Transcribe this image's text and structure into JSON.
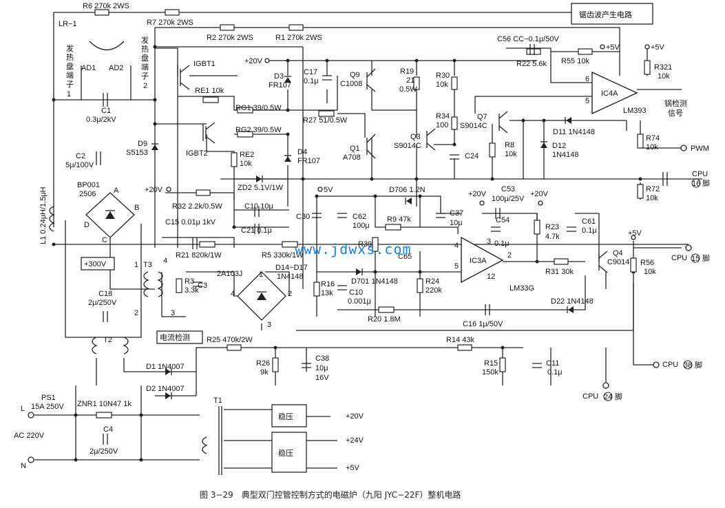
{
  "caption": "图 3−29　典型双门控管控制方式的电磁炉（九阳 JYC−22F）整机电路",
  "watermark": "www.jdwxs.com",
  "blocks": {
    "sawtooth": "锯齿波产生电路",
    "reg1": "稳压",
    "reg2": "稳压",
    "current_detect": "电流检测",
    "v300": "+300V"
  },
  "coil": {
    "name": "LR−1",
    "term1": "发热盘端子1",
    "term2": "发热盘端子2"
  },
  "labels": {
    "R6": "R6 270k 2WS",
    "R7": "R7 270k 2WS",
    "R2": "R2 270k 2WS",
    "R1": "R1 270k 2WS",
    "AD1": "AD1",
    "AD2": "AD2",
    "C1": "C1",
    "C1v": "0.3μ/2kV",
    "IGBT1": "IGBT1",
    "IGBT2": "IGBT2",
    "RE1": "RE1 10k",
    "RE2": "RE2",
    "RE2v": "10k",
    "RG1": "RG1 39/0.5W",
    "RG2": "RG2 39/0.5W",
    "D9": "D9",
    "D9v": "S5153",
    "C2": "C2",
    "C2v": "5μ/100V",
    "V20a": "+20V",
    "D3": "D3",
    "D3v": "FR107",
    "D4": "D4",
    "D4v": "FR107",
    "C17": "C17",
    "C17v": "0.1μ",
    "Q9": "Q9",
    "Q9v": "C1008",
    "Q1": "Q1",
    "Q1v": "A708",
    "R27": "R27 51/0.5W",
    "R19": "R19",
    "R19v": "21",
    "R19w": "0.5W",
    "R30": "R30",
    "R30v": "10k",
    "R34": "R34",
    "R34v": "100",
    "Q3": "Q3",
    "Q3v": "S9014C",
    "Q7": "Q7",
    "Q7v": "S9014C",
    "C24": "C24",
    "R8": "R8",
    "R8v": "10k",
    "C56": "C56 CC−0.1μ/50V",
    "V5a": "+5V",
    "V5b": "+5V",
    "R22": "R22 5.6k",
    "R55": "R55 10k",
    "R321": "R321",
    "R321v": "10k",
    "IC4A": "IC4A",
    "LM393": "LM393",
    "pin6": "6",
    "pin5": "5",
    "pot_detect": "锅检测",
    "pot_signal": "信号",
    "D11": "D11 1N4148",
    "D12": "D12",
    "D12v": "1N4148",
    "R74": "R74",
    "R74v": "10k",
    "PWM": "PWM",
    "R72": "R72",
    "R72v": "10k",
    "CPU16": "CPU",
    "CPU16pin": "16",
    "CPU16suf": "脚",
    "L1": "L1 0.24μH/1.5μH",
    "BP001": "BP001",
    "BP001v": "2506",
    "A": "A",
    "B": "B",
    "C": "C",
    "D": "D",
    "V20b": "+20V",
    "R32": "R32 2.2k/0.5W",
    "ZD2": "ZD2 5.1V/1W",
    "C10top": "C10 10μ",
    "C21": "C21  0.1μ",
    "C15": "C15 0.01μ 1kV",
    "R21": "R21 820k/1W",
    "R5": "R5 330k/1W",
    "V5c": "5V",
    "D706": "D706 1.2N",
    "C30": "C30",
    "C62": "C62",
    "C62v": "100μ",
    "R9": "R9 47k",
    "C37": "C37",
    "C37v": "10μ",
    "V20c": "+20V",
    "C53": "C53",
    "C53v": "100μ/25V",
    "V20d": "+20V",
    "C54": "C54",
    "C54v": "0.1μ",
    "R23": "R23",
    "R23v": "4.7k",
    "C61": "C61",
    "C61v": "0.1μ",
    "R39": "R39",
    "C65": "C65",
    "pin4": "4",
    "pin3": "3",
    "pin5b": "5",
    "pin2": "2",
    "pin12": "12",
    "IC3A": "IC3A",
    "LM33G": "LM33G",
    "V5d": "+5V",
    "Q4": "Q4",
    "Q4v": "C9014",
    "R56": "R56",
    "R56v": "10k",
    "CPU15": "CPU",
    "CPU15pin": "15",
    "CPU15suf": "脚",
    "R31": "R31 30k",
    "T3": "T3",
    "T3p1": "1",
    "T3p4": "4",
    "T3p2": "2",
    "T3p3": "3",
    "R3": "R3",
    "R3v": "3.3k",
    "C3": "C3",
    "D2A": "2A103J",
    "D1417": "D14~D17",
    "D1417v": "1N4148",
    "br1": "1",
    "br2": "2",
    "br3": "3",
    "br4": "4",
    "R16": "R16",
    "R16v": "13k",
    "D701": "D701 1N4148",
    "C10b": "C10",
    "C10bv": "0.001μ",
    "R24": "R24",
    "R24v": "220k",
    "R20": "R20 1.8M",
    "C16": "C16 1μ/50V",
    "D22": "D22 1N4148",
    "C18": "C18",
    "C18v": "2μ/250V",
    "T2": "T2",
    "R25": "R25 470k/2W",
    "R14": "R14 43k",
    "R26": "R26",
    "R26v": "9k",
    "C38": "C38",
    "C38v": "10μ",
    "C38w": "16V",
    "R15": "R15",
    "R15v": "150k",
    "C11": "C11",
    "C11v": "0.1μ",
    "CPU24": "CPU",
    "CPU24pin": "24",
    "CPU24suf": "脚",
    "CPU38": "CPU",
    "CPU38pin": "38",
    "CPU38suf": "脚",
    "D1": "D1 1N4007",
    "D2": "D2 1N4007",
    "L": "L",
    "PS1": "PS1",
    "PS1v": "15A 250V",
    "ZNR1": "ZNR1 10N47 1k",
    "AC": "AC 220V",
    "C4": "C4",
    "C4v": "2μ/250V",
    "N": "N",
    "T1": "T1",
    "out20": "+20V",
    "out24": "+24V",
    "out5": "+5V",
    "num1": "1",
    "num2": "2"
  }
}
